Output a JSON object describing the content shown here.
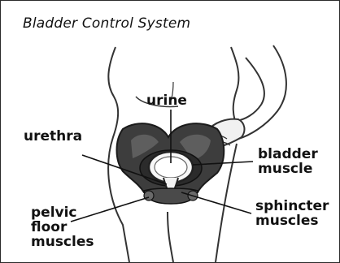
{
  "title": "Bladder Control System",
  "labels": {
    "urine": "urine",
    "urethra": "urethra",
    "bladder_muscle": "bladder\nmuscle",
    "pelvic_floor_muscles": "pelvic\nfloor\nmuscles",
    "sphincter_muscles": "sphincter\nmuscles"
  }
}
